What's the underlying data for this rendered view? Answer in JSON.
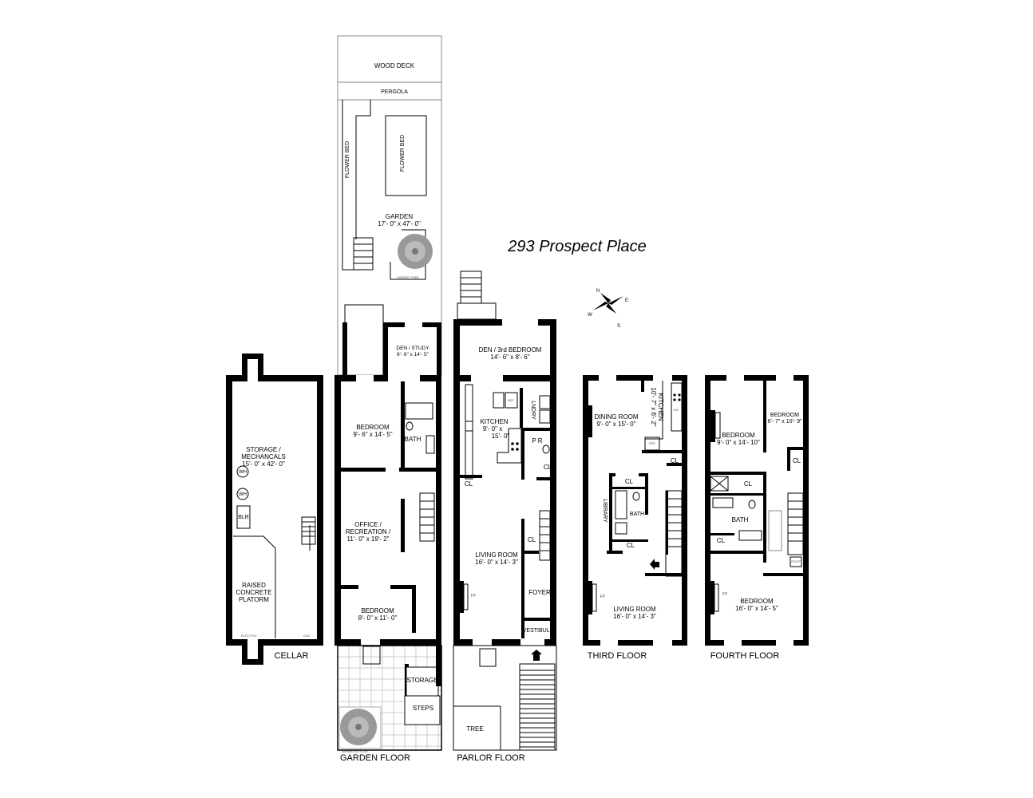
{
  "title": "293 Prospect Place",
  "compass": {
    "n": "N",
    "e": "E",
    "s": "S",
    "w": "W"
  },
  "cellar": {
    "label": "CELLAR",
    "storage": "STORAGE /",
    "storage2": "MECHANCALS",
    "storage_dim": "15'- 0\" x 42'- 0\"",
    "wh1": "WH",
    "wh2": "WH",
    "blr": "BLR",
    "platform1": "RAISED",
    "platform2": "CONCRETE",
    "platform3": "PLATORM",
    "electric": "ELECTRIC",
    "gas": "GAS"
  },
  "garden": {
    "label": "GARDEN  FLOOR",
    "wood_deck": "WOOD DECK",
    "pergola": "PERGOLA",
    "flower_bed_left": "FLOWER BED",
    "flower_bed_right": "FLOWER BED",
    "garden": "GARDEN",
    "garden_dim": "17'- 0\"  x 47'- 0\"",
    "cherry_tree": "CHERRY TREE",
    "den": "DEN / STUDY",
    "den_dim": "9'- 6\"  x 14'- 5\"",
    "bedroom": "BEDROOM",
    "bedroom_dim": "9'- 6\" x 14'- 5\"",
    "bath": "BATH",
    "office1": "OFFICE /",
    "office2": "RECREATION /",
    "office_dim": "11'- 0\" x 19'- 2\"",
    "bedroom2": "BEDROOM",
    "bedroom2_dim": "8'- 0\" x 11'- 0\"",
    "storage": "STORAGE",
    "steps": "STEPS",
    "plum": "JAPANESE PLUM"
  },
  "parlor": {
    "label": "PARLOR  FLOOR",
    "den": "DEN / 3rd BEDROOM",
    "den_dim": "14'- 6\" x 8'- 6\"",
    "kitchen": "KITCHEN",
    "kitchen_dim1": "9'- 0\" x",
    "kitchen_dim2": "15'- 0\"",
    "ref": "REF",
    "laundry": "LNDRY",
    "pr": "P R",
    "cl1": "CL",
    "cl2": "CL",
    "cl3": "CL",
    "living": "LIVING ROOM",
    "living_dim": "16'- 0\" x 14'- 3\"",
    "fp": "FP",
    "foyer": "FOYER",
    "vestibule": "VESTIBULE",
    "tree": "TREE"
  },
  "third": {
    "label": "THIRD FLOOR",
    "dining": "DINING ROOM",
    "dining_dim": "9'- 0\" x 15'- 0\"",
    "kitchen": "KITCHEN",
    "kitchen_dim": "10'- 7\" x 6'- 2\"",
    "dw": "DW",
    "ref": "REF",
    "cl1": "CL",
    "cl2": "CL",
    "cl3": "CL",
    "library": "LIBRARY",
    "bath": "BATH",
    "living": "LIVING ROOM",
    "living_dim": "16'- 0\" x 14'- 3\"",
    "fp": "FP"
  },
  "fourth": {
    "label": "FOURTH FLOOR",
    "bedroom1": "BEDROOM",
    "bedroom1_dim": "9'- 0\" x 14'- 10\"",
    "bedroom2": "BEDROOM",
    "bedroom2_dim": "6'- 7\" x 10'- 9\"",
    "cl1": "CL",
    "cl2": "CL",
    "cl3": "CL",
    "bath": "BATH",
    "roof": "ROOF",
    "bedroom3": "BEDROOM",
    "bedroom3_dim": "16'- 0\" x 14'- 5\"",
    "fp": "FP"
  }
}
